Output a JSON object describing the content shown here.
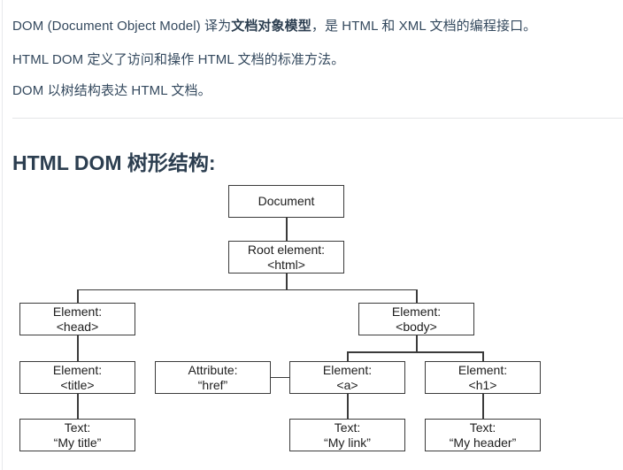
{
  "article": {
    "paragraphs": [
      {
        "before": "DOM (Document Object Model) 译为",
        "bold": "文档对象模型",
        "after": "，是 HTML 和 XML 文档的编程接口。"
      },
      {
        "text": "HTML DOM 定义了访问和操作 HTML 文档的标准方法。"
      },
      {
        "text": "DOM 以树结构表达 HTML 文档。"
      }
    ],
    "section_title": "HTML DOM 树形结构:"
  },
  "diagram": {
    "nodes": {
      "document": {
        "line1": "Document",
        "line2": ""
      },
      "root": {
        "line1": "Root element:",
        "line2": "<html>"
      },
      "head": {
        "line1": "Element:",
        "line2": "<head>"
      },
      "body": {
        "line1": "Element:",
        "line2": "<body>"
      },
      "title": {
        "line1": "Element:",
        "line2": "<title>"
      },
      "attr_href": {
        "line1": "Attribute:",
        "line2": "“href”"
      },
      "anchor": {
        "line1": "Element:",
        "line2": "<a>"
      },
      "h1": {
        "line1": "Element:",
        "line2": "<h1>"
      },
      "text_title": {
        "line1": "Text:",
        "line2": "“My title”"
      },
      "text_link": {
        "line1": "Text:",
        "line2": "“My link”"
      },
      "text_header": {
        "line1": "Text:",
        "line2": "“My header”"
      }
    }
  },
  "colors": {
    "text": "#34495e",
    "heading": "#2c3e50",
    "node_border": "#3b3b3b",
    "divider": "#e4e6e8",
    "page_background": "#ffffff"
  }
}
